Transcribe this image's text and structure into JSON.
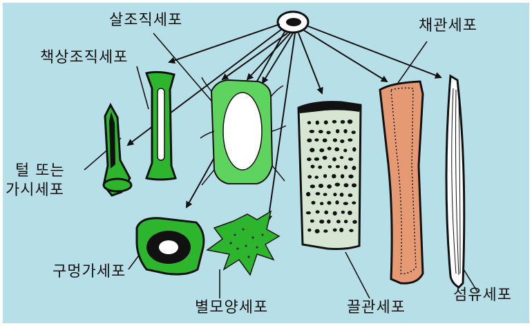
{
  "labels": {
    "parenchyma": "살조직세포",
    "palisade": "책상조직세포",
    "sieve_tube": "채관세포",
    "trichome_line1": "털 또는",
    "trichome_line2": "가시세포",
    "guard": "구멍가세포",
    "stellate": "별모양세포",
    "vessel": "끌관세포",
    "fiber": "섬유세포"
  },
  "colors": {
    "background": "#b7dfe8",
    "green_cell": "#2db52d",
    "light_green": "#5ed35e",
    "vessel_fill": "#d7e6d2",
    "sieve_fill": "#e59a73",
    "outline": "#111111"
  }
}
